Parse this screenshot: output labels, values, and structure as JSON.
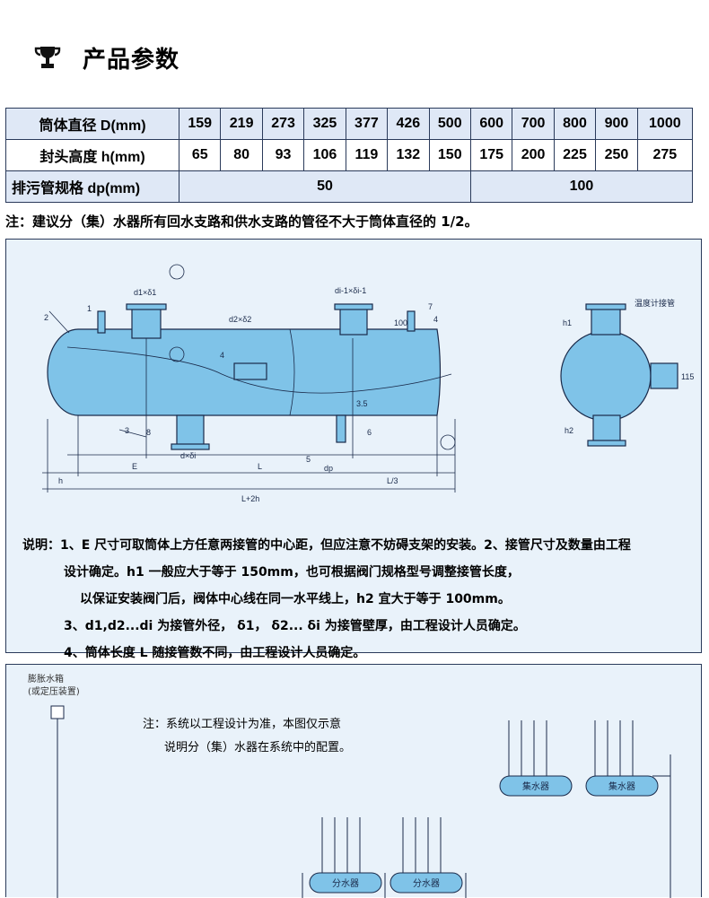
{
  "heading": {
    "icon": "trophy-icon",
    "text": "产品参数"
  },
  "table": {
    "rows": [
      {
        "label": "筒体直径 D(mm)",
        "cells": [
          "159",
          "219",
          "273",
          "325",
          "377",
          "426",
          "500",
          "600",
          "700",
          "800",
          "900",
          "1000"
        ]
      },
      {
        "label": "封头高度 h(mm)",
        "cells": [
          "65",
          "80",
          "93",
          "106",
          "119",
          "132",
          "150",
          "175",
          "200",
          "225",
          "250",
          "275"
        ]
      },
      {
        "label": "排污管规格 dp(mm)",
        "cells": [
          "50",
          "100"
        ]
      }
    ]
  },
  "note": "注：建议分（集）水器所有回水支路和供水支路的管径不大于筒体直径的 1/2。",
  "diagram": {
    "labels": {
      "d1": "d1×δ1",
      "di": "di-1×δi-1",
      "d2": "d2×δ2",
      "n1": "1",
      "n2": "2",
      "n3": "3",
      "n4": "4",
      "n5": "5",
      "n6": "6",
      "n7": "7",
      "n8": "8",
      "ref": "温度计接管",
      "dim115": "115",
      "E": "E",
      "L": "L",
      "L3": "L/3",
      "L2h": "L+2h",
      "h": "h",
      "h1": "h1",
      "h2": "h2",
      "dp": "dp",
      "dim35": "3.5",
      "dim100": "100",
      "ddi": "d×δi",
      "p4": "4"
    }
  },
  "description": {
    "line1": "说明：1、E 尺寸可取筒体上方任意两接管的中心距，但应注意不妨碍支架的安装。2、接管尺寸及数量由工程",
    "line2": "设计确定。h1 一般应大于等于 150mm，也可根据阀门规格型号调整接管长度，",
    "line3": "以保证安装阀门后，阀体中心线在同一水平线上，h2 宜大于等于 100mm。",
    "line4": "3、d1,d2...di 为接管外径， δ1， δ2... δi 为接管壁厚，由工程设计人员确定。",
    "line5": "4、筒体长度 L 随接管数不同，由工程设计人员确定。"
  },
  "system": {
    "expansion_tank": "膨胀水箱",
    "expansion_sub": "(或定压装置)",
    "note_line1": "注：系统以工程设计为准，本图仅示意",
    "note_line2": "说明分（集）水器在系统中的配置。",
    "collector": "集水器",
    "distributor": "分水器"
  }
}
